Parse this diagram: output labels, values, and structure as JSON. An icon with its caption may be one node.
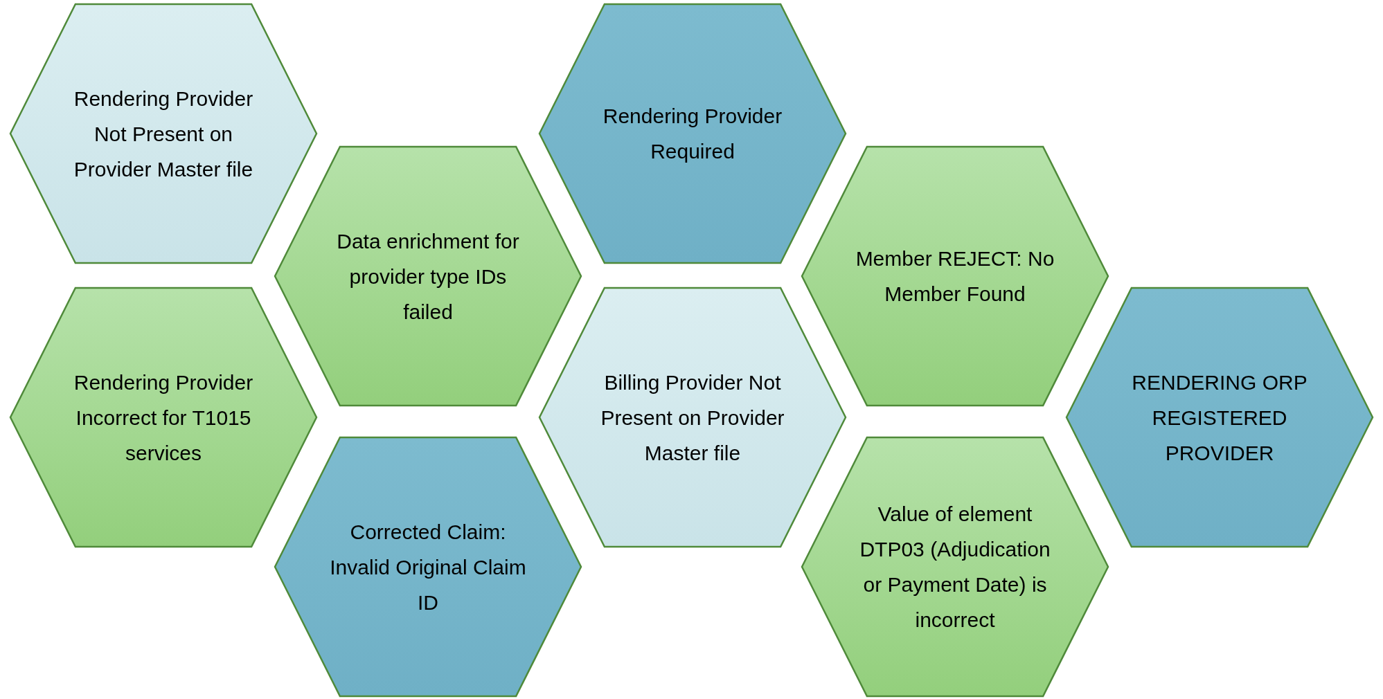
{
  "diagram": {
    "nodes": [
      {
        "text": [
          "Rendering Provider Not Present on Provider Master file"
        ]
      },
      {
        "text": [
          "Rendering Provider Incorrect for T1015 services"
        ]
      },
      {
        "text": [
          "Data enrichment for provider type IDs failed"
        ]
      },
      {
        "text": [
          "Corrected Claim: Invalid Original Claim ID"
        ]
      },
      {
        "text": [
          "Rendering Provider Required"
        ]
      },
      {
        "text": [
          "Billing Provider Not Present on Provider Master file"
        ]
      },
      {
        "text": [
          "Member REJECT: No Member Found"
        ]
      },
      {
        "text": [
          "Value of element DTP03 (Adjudication or Payment Date) is incorrect"
        ]
      },
      {
        "text": [
          "RENDERING ORP REGISTERED PROVIDER"
        ]
      }
    ]
  }
}
